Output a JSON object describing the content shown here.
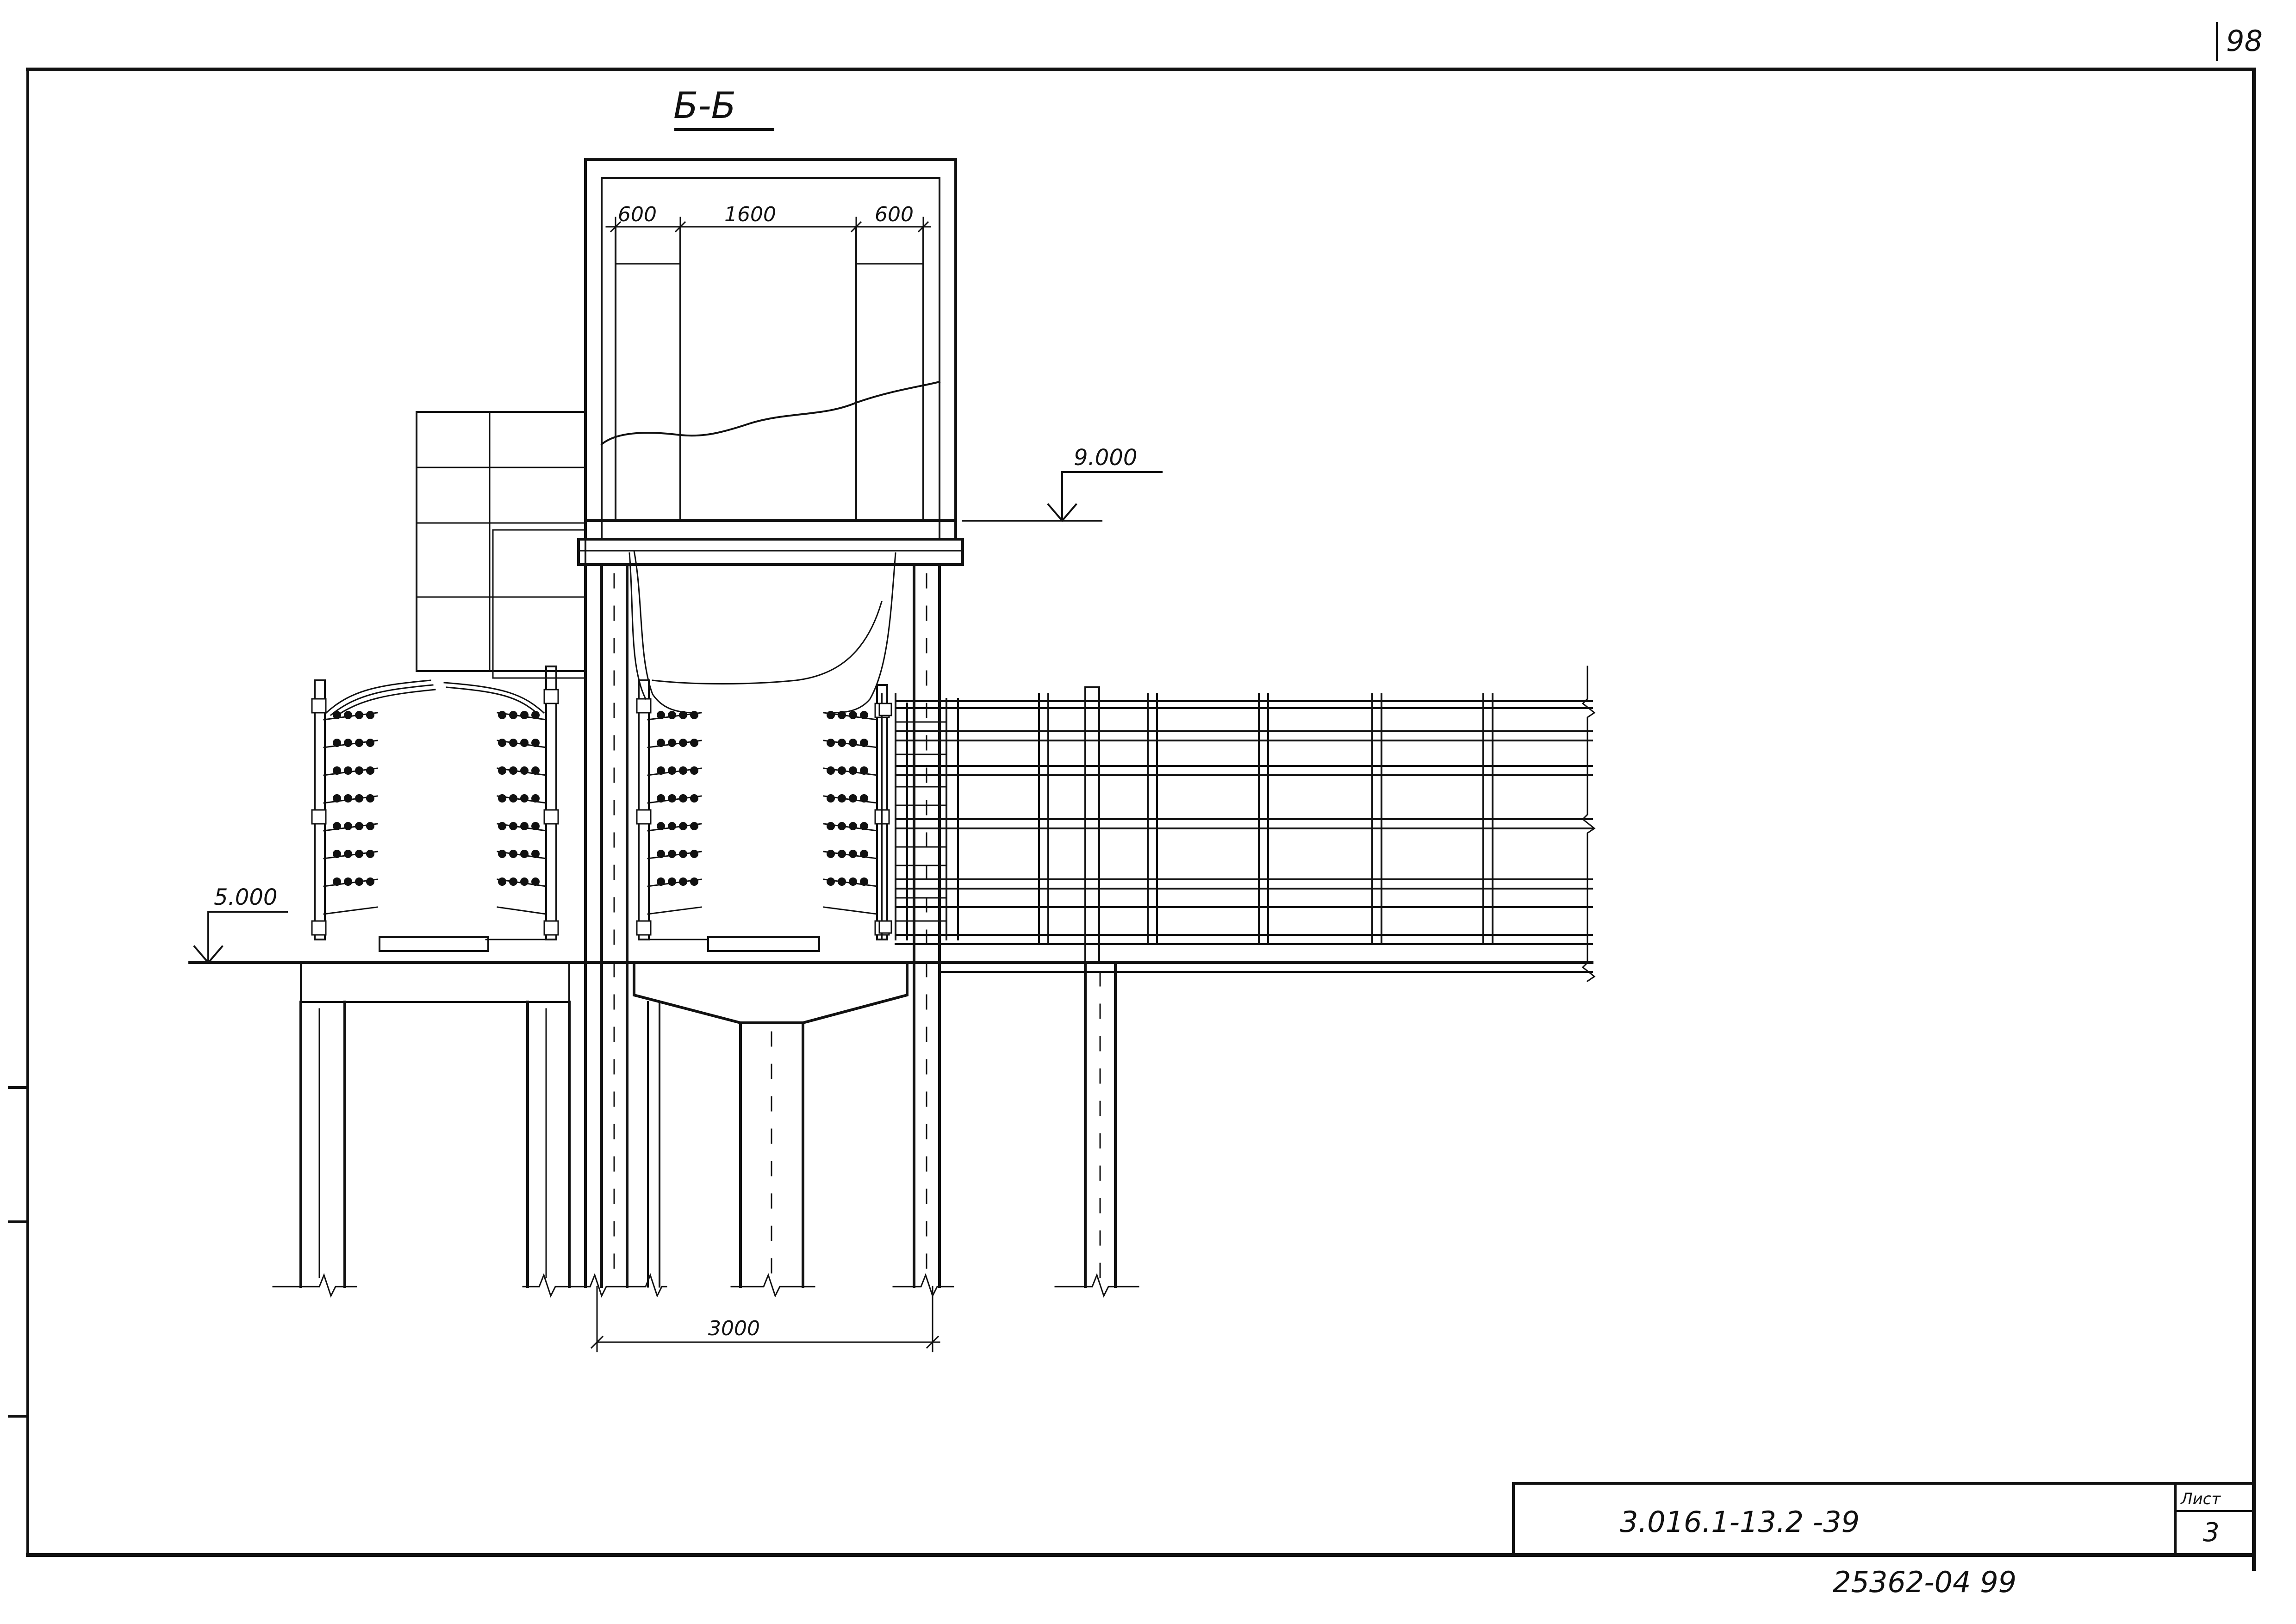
{
  "sheet": {
    "corner_number": "98",
    "section_title": "Б-Б",
    "doc_code": "3.016.1-13.2  -39",
    "sheet_label": "Лист",
    "sheet_number": "3",
    "archive_number": "25362-04  99"
  },
  "dimensions": {
    "top_left": "600",
    "top_middle": "1600",
    "top_right": "600",
    "bottom_span": "3000"
  },
  "levels": {
    "upper": "9.000",
    "lower": "5.000"
  },
  "colors": {
    "ink": "#111111",
    "paper": "#ffffff"
  }
}
